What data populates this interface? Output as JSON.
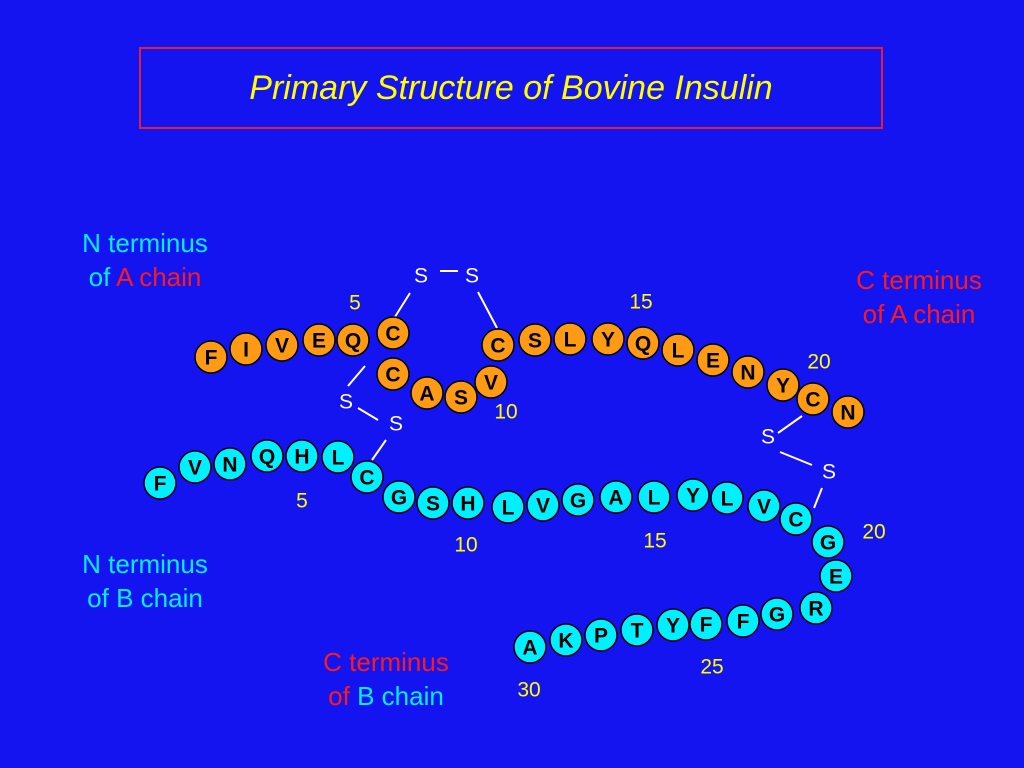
{
  "title": "Primary Structure of Bovine Insulin",
  "labels": {
    "n_term_a": {
      "line1": "N terminus",
      "line2_prefix": "of ",
      "line2_chain": "A chain"
    },
    "c_term_a": {
      "line1": "C terminus",
      "line2_prefix": "of ",
      "line2_chain": "A chain"
    },
    "n_term_b": {
      "line1": "N terminus",
      "line2": "of B chain"
    },
    "c_term_b": {
      "line1": "C terminus",
      "line2_prefix": "of ",
      "line2_chain": "B chain"
    }
  },
  "colors": {
    "background": "#1414f0",
    "title": "#ffff00",
    "title_border": "#e0203a",
    "a_chain_residue": "#ff9a14",
    "b_chain_residue": "#00f0ff",
    "position_numbers": "#ffff00",
    "sulfur_label": "#ffffff"
  },
  "chain_a": [
    "F",
    "I",
    "V",
    "E",
    "Q",
    "C",
    "C",
    "A",
    "S",
    "V",
    "C",
    "S",
    "L",
    "Y",
    "Q",
    "L",
    "E",
    "N",
    "Y",
    "C",
    "N"
  ],
  "chain_b": [
    "F",
    "V",
    "N",
    "Q",
    "H",
    "L",
    "C",
    "G",
    "S",
    "H",
    "L",
    "V",
    "G",
    "A",
    "L",
    "Y",
    "L",
    "V",
    "C",
    "G",
    "E",
    "R",
    "G",
    "F",
    "F",
    "Y",
    "T",
    "P",
    "K",
    "A"
  ],
  "chain_a_numbers": [
    "5",
    "10",
    "15",
    "20"
  ],
  "chain_b_numbers": [
    "5",
    "10",
    "15",
    "20",
    "25",
    "30"
  ],
  "disulfide_labels": [
    "S",
    "S",
    "S",
    "S",
    "S",
    "S"
  ]
}
